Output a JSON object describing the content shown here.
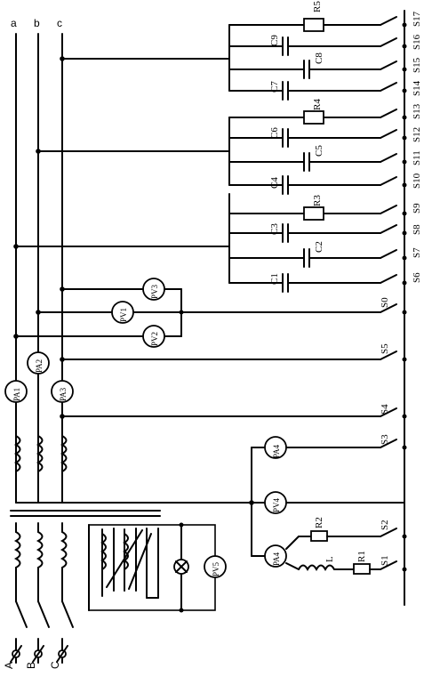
{
  "buses": {
    "a": "a",
    "b": "b",
    "c": "c"
  },
  "phases": {
    "A": "A",
    "B": "B",
    "C": "C"
  },
  "capacitors": [
    "C1",
    "C2",
    "C3",
    "C4",
    "C5",
    "C6",
    "C7",
    "C8",
    "C9"
  ],
  "resistors_bank": [
    "R3",
    "R4",
    "R5"
  ],
  "resistors_load": [
    "R1",
    "R2"
  ],
  "inductor": "L",
  "switches": {
    "s6_17": [
      "S6",
      "S7",
      "S8",
      "S9",
      "S10",
      "S11",
      "S12",
      "S13",
      "S14",
      "S15",
      "S16",
      "S17"
    ],
    "s0": "S0",
    "s5": "S5",
    "s4": "S4",
    "s3": "S3",
    "s2": "S2",
    "s1": "S1"
  },
  "meters": {
    "pa1": "PA1",
    "pa2": "PA2",
    "pa3": "PA3",
    "pv1": "PV1",
    "pv2": "PV2",
    "pv3": "PV3",
    "pa4_top": "PA4",
    "pa4_bottom": "PA4",
    "pv4": "PV4",
    "pv5": "PV5"
  }
}
